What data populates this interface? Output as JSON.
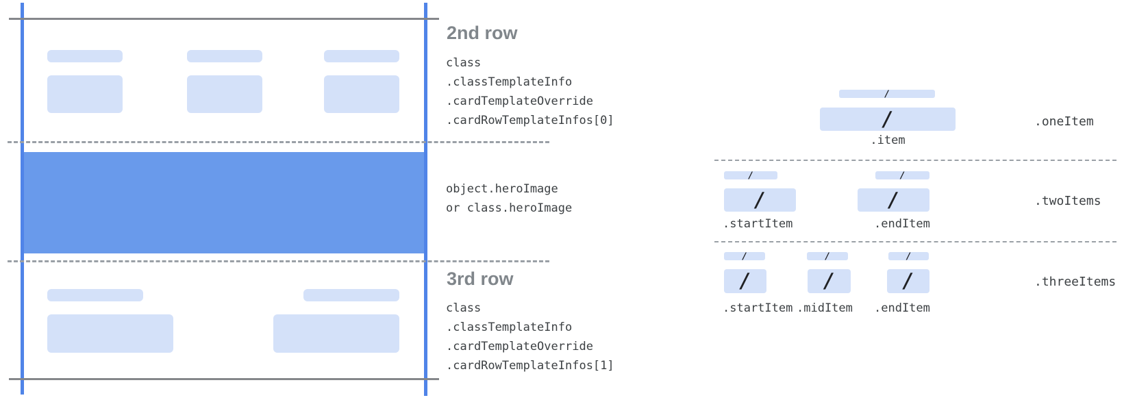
{
  "colors": {
    "frame_blue": "#5084e8",
    "hero_blue": "#699aeb",
    "tile_blue": "#d4e1f9",
    "line_gray": "#85878b",
    "dash_gray": "#9aa0a6",
    "heading_gray": "#80868b",
    "code_gray": "#3c4043"
  },
  "card": {
    "row2": {
      "heading": "2nd row",
      "code": [
        "class",
        ".classTemplateInfo",
        ".cardTemplateOverride",
        ".cardRowTemplateInfos[0]"
      ]
    },
    "hero": {
      "code": [
        "object.heroImage",
        "or class.heroImage"
      ]
    },
    "row3": {
      "heading": "3rd row",
      "code": [
        "class",
        ".classTemplateInfo",
        ".cardTemplateOverride",
        ".cardRowTemplateInfos[1]"
      ]
    }
  },
  "layouts": {
    "glyph": "/",
    "one_item": {
      "group": ".oneItem",
      "item": ".item"
    },
    "two_items": {
      "group": ".twoItems",
      "start": ".startItem",
      "end": ".endItem"
    },
    "three_items": {
      "group": ".threeItems",
      "start": ".startItem",
      "mid": ".midItem",
      "end": ".endItem"
    }
  }
}
